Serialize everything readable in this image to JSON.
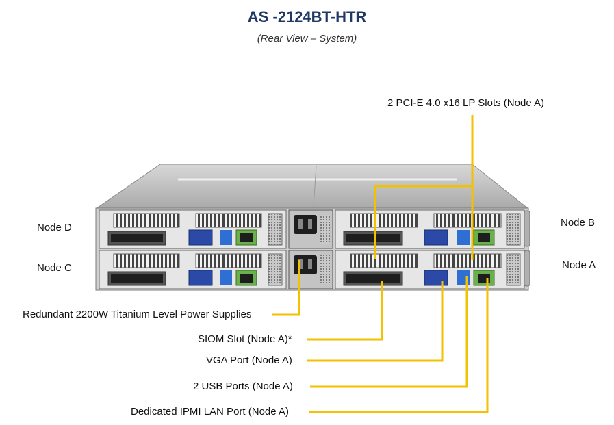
{
  "title": "AS -2124BT-HTR",
  "subtitle": "(Rear View – System)",
  "colors": {
    "callout_line": "#f2c200",
    "title": "#1f3864"
  },
  "labels": {
    "pcie": "2 PCI-E 4.0 x16 LP Slots (Node A)",
    "node_d": "Node D",
    "node_c": "Node C",
    "node_b": "Node B",
    "node_a": "Node A",
    "psu": "Redundant 2200W Titanium Level Power Supplies",
    "siom": "SIOM Slot (Node A)*",
    "vga": "VGA Port (Node A)",
    "usb": "2 USB Ports (Node A)",
    "ipmi": "Dedicated IPMI LAN Port (Node A)"
  }
}
